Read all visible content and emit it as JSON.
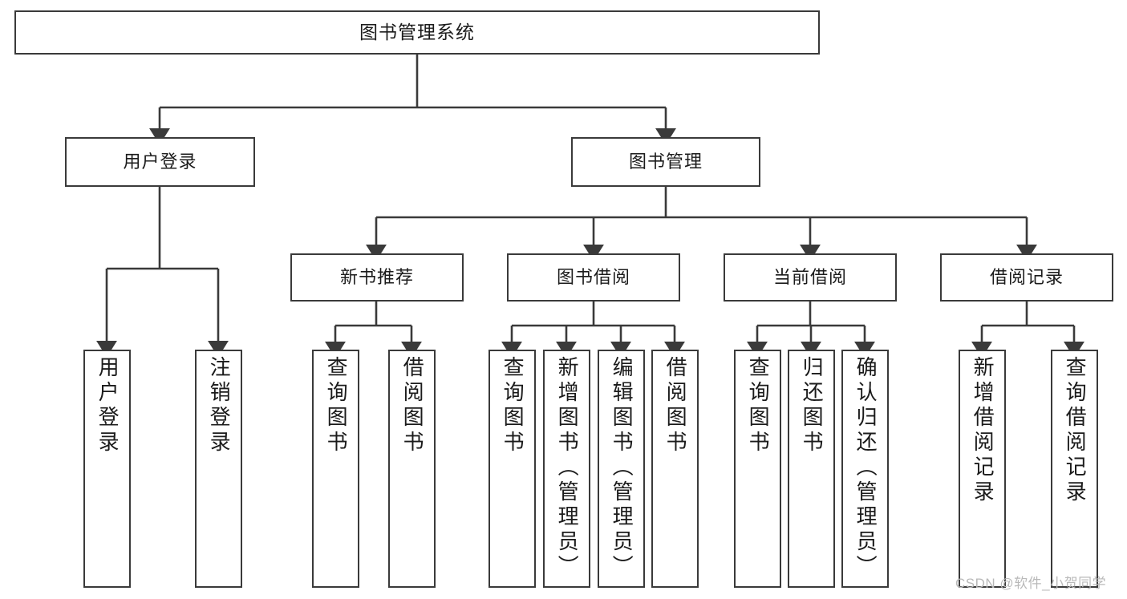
{
  "diagram": {
    "type": "tree-hierarchy-chart",
    "title": "图书管理系统",
    "root": {
      "id": "root",
      "label": "图书管理系统"
    },
    "level2": [
      {
        "id": "user-login",
        "label": "用户登录"
      },
      {
        "id": "book-management",
        "label": "图书管理"
      }
    ],
    "level3": [
      {
        "id": "new-book-recommend",
        "label": "新书推荐",
        "parent": "book-management"
      },
      {
        "id": "book-borrow",
        "label": "图书借阅",
        "parent": "book-management"
      },
      {
        "id": "current-borrow",
        "label": "当前借阅",
        "parent": "book-management"
      },
      {
        "id": "borrow-record",
        "label": "借阅记录",
        "parent": "book-management"
      }
    ],
    "leaves": [
      {
        "id": "leaf-user-login",
        "label": "用户登录",
        "parent": "user-login"
      },
      {
        "id": "leaf-logout-login",
        "label": "注销登录",
        "parent": "user-login"
      },
      {
        "id": "leaf-query-book-rec",
        "label": "查询图书",
        "parent": "new-book-recommend"
      },
      {
        "id": "leaf-borrow-book-rec",
        "label": "借阅图书",
        "parent": "new-book-recommend"
      },
      {
        "id": "leaf-query-book-borrow",
        "label": "查询图书",
        "parent": "book-borrow"
      },
      {
        "id": "leaf-add-book-admin",
        "label": "新增图书（管理员）",
        "parent": "book-borrow"
      },
      {
        "id": "leaf-edit-book-admin",
        "label": "编辑图书（管理员）",
        "parent": "book-borrow"
      },
      {
        "id": "leaf-borrow-book",
        "label": "借阅图书",
        "parent": "book-borrow"
      },
      {
        "id": "leaf-query-book-current",
        "label": "查询图书",
        "parent": "current-borrow"
      },
      {
        "id": "leaf-return-book",
        "label": "归还图书",
        "parent": "current-borrow"
      },
      {
        "id": "leaf-confirm-return-admin",
        "label": "确认归还（管理员）",
        "parent": "current-borrow"
      },
      {
        "id": "leaf-add-borrow-record",
        "label": "新增借阅记录",
        "parent": "borrow-record"
      },
      {
        "id": "leaf-query-borrow-record",
        "label": "查询借阅记录",
        "parent": "borrow-record"
      }
    ],
    "watermark": "CSDN @软件_小贺同学",
    "colors": {
      "stroke": "#3a3a3a",
      "text": "#1b1b1b",
      "background": "#ffffff",
      "watermark": "#b9b9b9"
    }
  }
}
